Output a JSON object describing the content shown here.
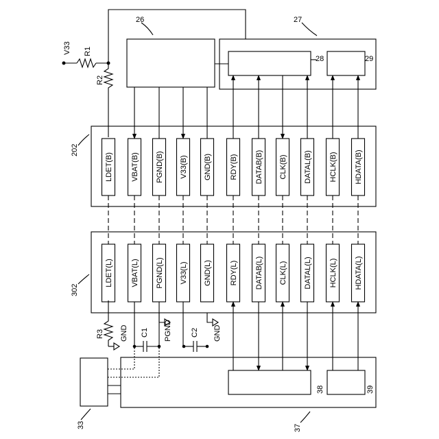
{
  "connector_b": {
    "ref": "202",
    "pins": [
      "LDET(B)",
      "VBAT(B)",
      "PGND(B)",
      "V33(B)",
      "GND(B)",
      "RDY(B)",
      "DATAB(B)",
      "CLK(B)",
      "DATAL(B)",
      "HCLK(B)",
      "HDATA(B)"
    ]
  },
  "connector_l": {
    "ref": "302",
    "pins": [
      "LDET(L)",
      "VBAT(L)",
      "PGND(L)",
      "V33(L)",
      "GND(L)",
      "RDY(L)",
      "DATAB(L)",
      "CLK(L)",
      "DATAL(L)",
      "HCLK(L)",
      "HDATA(L)"
    ]
  },
  "blocks": {
    "b26": "26",
    "b27": "27",
    "b28": "28",
    "b29": "29",
    "b33": "33",
    "b37": "37",
    "b38": "38",
    "b39": "39"
  },
  "components": {
    "v33": "V33",
    "r1": "R1",
    "r2": "R2",
    "r3": "R3",
    "c1": "C1",
    "c2": "C2",
    "gnd_r3": "GND",
    "pgnd": "PGND",
    "gnd_c2": "GND"
  }
}
